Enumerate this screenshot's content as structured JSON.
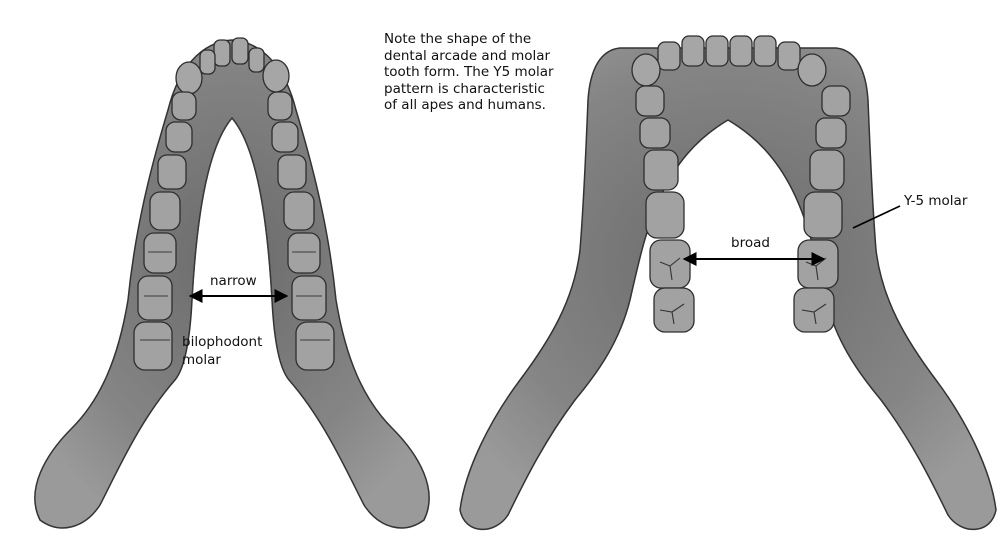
{
  "note": "Note the shape of the\ndental arcade and molar\ntooth form. The Y5 molar\npattern is characteristic\nof all apes and humans.",
  "left_jaw": {
    "arcade_label": "narrow",
    "molar_label": "bilophodont\nmolar"
  },
  "right_jaw": {
    "arcade_label": "broad",
    "molar_label": "Y-5 molar"
  },
  "colors": {
    "bone": "#7c7c7c",
    "bone_dark": "#555555",
    "tooth": "#a2a2a2",
    "tooth_outline": "#2e2e2e",
    "arrow": "#000000"
  }
}
